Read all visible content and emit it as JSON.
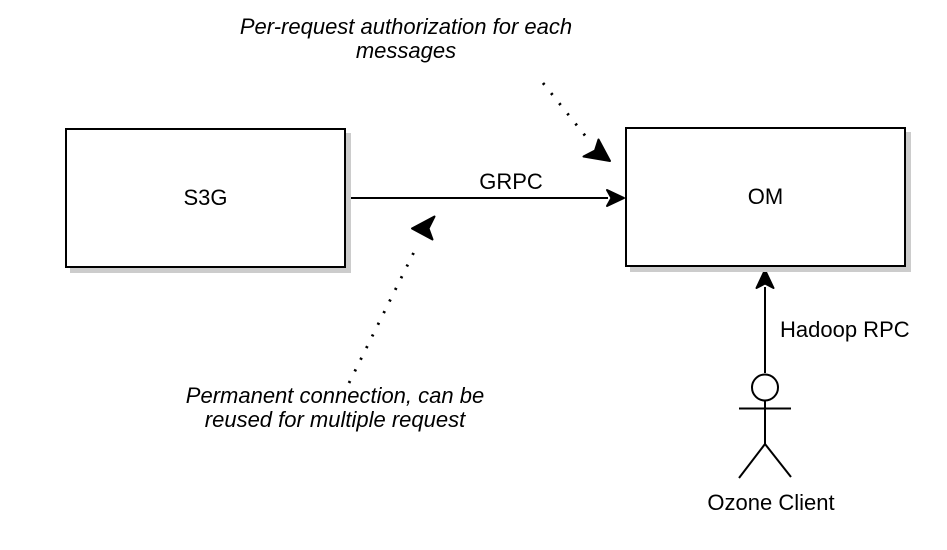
{
  "diagram": {
    "colors": {
      "background": "#ffffff",
      "stroke": "#000000",
      "node_fill": "#ffffff",
      "shadow": "#cccccc",
      "text": "#000000"
    },
    "nodes": {
      "s3g": {
        "label": "S3G"
      },
      "om": {
        "label": "OM"
      }
    },
    "edges": {
      "grpc": {
        "label": "GRPC"
      },
      "hadoop_rpc": {
        "label": "Hadoop RPC"
      }
    },
    "actor": {
      "label": "Ozone Client"
    },
    "annotations": {
      "per_request": {
        "lines": [
          "Per-request authorization for each",
          "messages"
        ]
      },
      "permanent": {
        "lines": [
          "Permanent connection, can be",
          "reused for multiple request"
        ]
      }
    }
  }
}
